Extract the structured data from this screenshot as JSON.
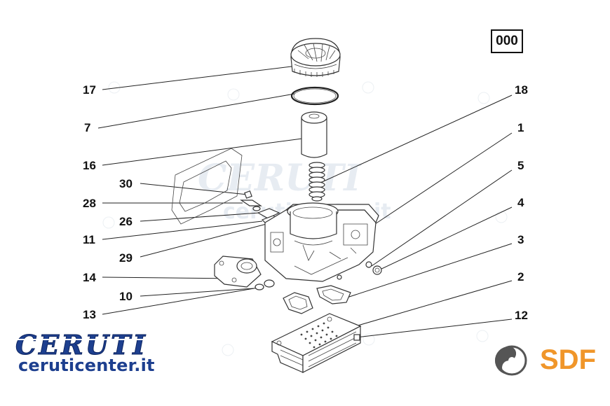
{
  "diagram": {
    "diagram_number": "000",
    "callouts": [
      "17",
      "7",
      "16",
      "30",
      "28",
      "26",
      "11",
      "29",
      "14",
      "10",
      "13",
      "18",
      "1",
      "5",
      "4",
      "3",
      "2",
      "12"
    ]
  },
  "branding": {
    "ceruti_wordmark": "CERUTI",
    "ceruti_url": "ceruticenter.it",
    "sdf_logo": "SDF",
    "watermark_text": "CERUTI",
    "watermark_url": "ceruticenter.it"
  },
  "colors": {
    "ceruti_blue": "#1d3f8f",
    "sdf_orange": "#f0962a",
    "sdf_grey": "#555555",
    "watermark": "#dfe6ef"
  }
}
